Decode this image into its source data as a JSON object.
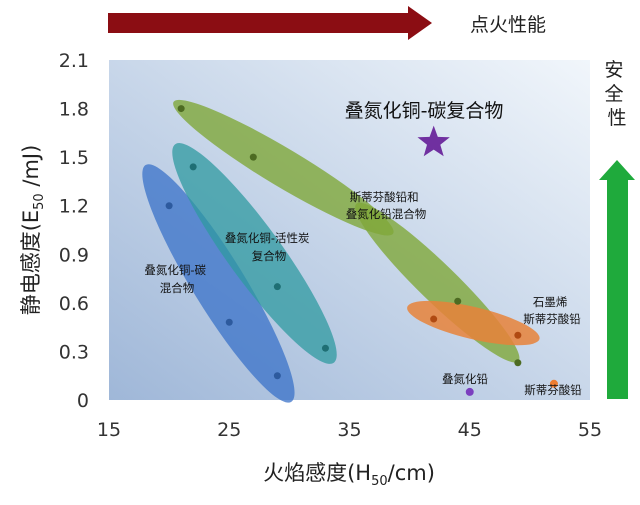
{
  "colors": {
    "plot_bg_light": "#f1f6fb",
    "plot_bg_dark": "#9fb7d8",
    "group_cuazide_carbon": "#3a72c8",
    "group_cuazide_activated_carbon": "#2f9aa0",
    "group_lead_styphnate_lead_azide": "#7fa83a",
    "group_graphene_lead_styphnate": "#e7823a",
    "star": "#7030a0",
    "lead_azide_point": "#7b3fbf",
    "lead_styphnate_point": "#ed7d31",
    "ignition_arrow": "#8b0d13",
    "safety_arrow": "#1faa3c"
  },
  "annotations": {
    "ignition_performance": "点火性能",
    "safety": "安全性",
    "star_label": "叠氮化铜-碳复合物",
    "group1_label_line1": "叠氮化铜-碳",
    "group1_label_line2": "混合物",
    "group2_label_line1": "叠氮化铜-活性炭",
    "group2_label_line2": "复合物",
    "group3_label_line1": "斯蒂芬酸铅和",
    "group3_label_line2": "叠氮化铅混合物",
    "group4_label_line1": "石墨烯",
    "group4_label_line2": "斯蒂芬酸铅",
    "lead_azide_label": "叠氮化铅",
    "lead_styphnate_label": "斯蒂芬酸铅"
  },
  "chart_data": {
    "type": "scatter",
    "xlabel_main": "火焰感度(H",
    "xlabel_sub": "50",
    "xlabel_end": "/cm)",
    "ylabel_main": "静电感度(E",
    "ylabel_sub": "50",
    "ylabel_end": " /mJ)",
    "xlim": [
      15,
      55
    ],
    "ylim": [
      0,
      2.1
    ],
    "xticks": [
      "15",
      "25",
      "35",
      "45",
      "55"
    ],
    "yticks": [
      "0",
      "0.3",
      "0.6",
      "0.9",
      "1.2",
      "1.5",
      "1.8",
      "2.1"
    ],
    "series": [
      {
        "key": "group1",
        "points": [
          [
            20,
            1.2
          ],
          [
            25,
            0.48
          ],
          [
            29,
            0.15
          ]
        ]
      },
      {
        "key": "group2",
        "points": [
          [
            22,
            1.44
          ],
          [
            29,
            0.7
          ],
          [
            33,
            0.32
          ]
        ]
      },
      {
        "key": "group3",
        "points": [
          [
            21,
            1.8
          ],
          [
            27,
            1.5
          ],
          [
            44,
            0.61
          ],
          [
            49,
            0.23
          ]
        ]
      },
      {
        "key": "group4",
        "points": [
          [
            42,
            0.5
          ],
          [
            49,
            0.4
          ]
        ]
      },
      {
        "key": "star",
        "points": [
          [
            42,
            1.59
          ]
        ]
      },
      {
        "key": "lead_azide",
        "points": [
          [
            45,
            0.05
          ]
        ]
      },
      {
        "key": "lead_styphnate",
        "points": [
          [
            52,
            0.1
          ]
        ]
      }
    ]
  }
}
